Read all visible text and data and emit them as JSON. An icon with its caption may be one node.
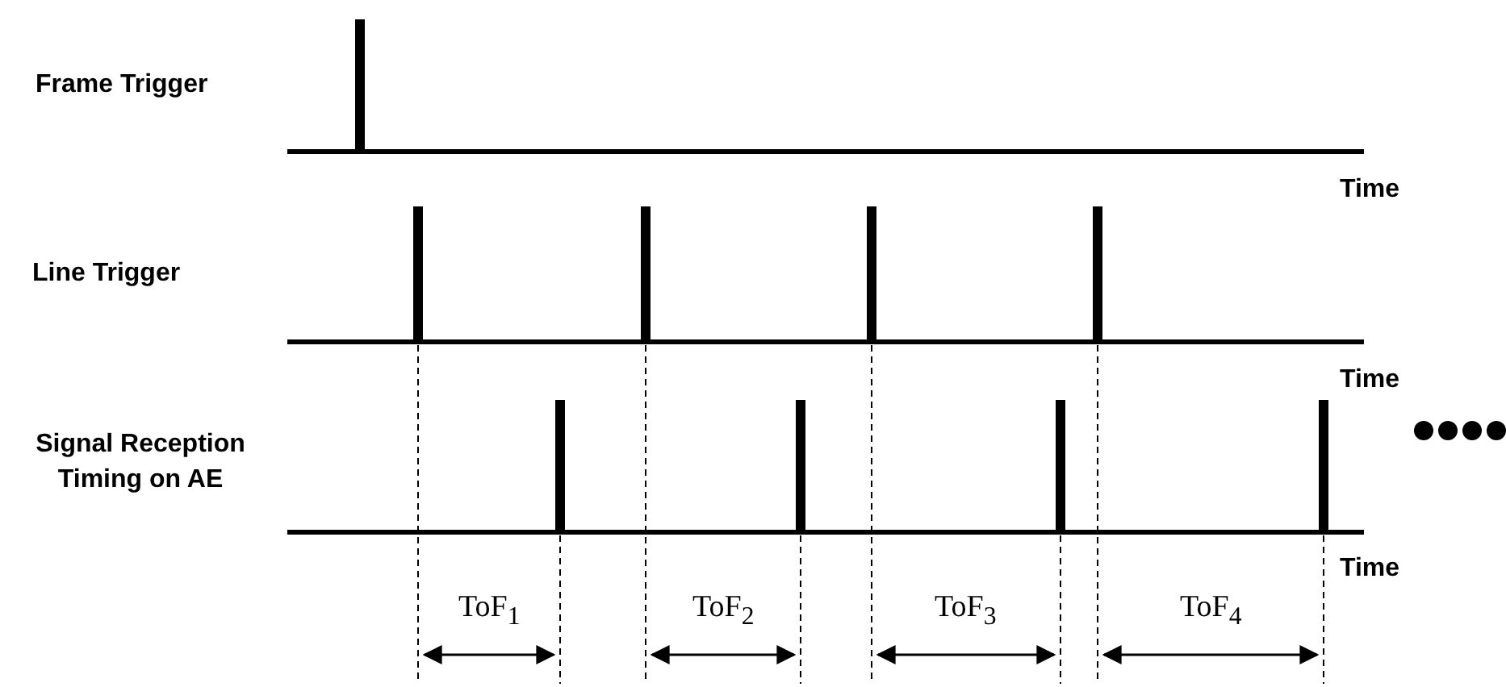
{
  "diagram": {
    "labels": [
      "Frame Trigger",
      "Time",
      "Line Trigger",
      "Time",
      "Signal Reception Timing on AE",
      "Time",
      "ToF$_{1}$",
      "ToF$_{2}$",
      "ToF$_{3}$",
      "ToF$_{4}$"
    ]
  }
}
